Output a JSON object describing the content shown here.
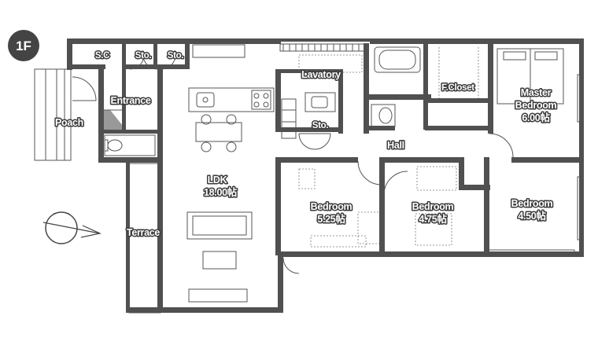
{
  "floor_badge": "1F",
  "rooms": {
    "sc": "S.C",
    "sto1": "Sto.",
    "sto2": "Sto.",
    "sto3": "Sto.",
    "lavatory": "Lavatory",
    "fcloset": "F.Closet",
    "master_line1": "Master",
    "master_line2": "Bedroom",
    "master_size": "6.00帖",
    "entrance": "Entrance",
    "poach": "Poach",
    "hall": "Hall",
    "ldk": "LDK",
    "ldk_size": "18.00帖",
    "terrace": "Terrace",
    "bed1": "Bedroom",
    "bed1_size": "5.25帖",
    "bed2": "Bedroom",
    "bed2_size": "4.75帖",
    "bed3": "Bedroom",
    "bed3_size": "4.50帖"
  },
  "colors": {
    "wall": "#505050",
    "label_outline": "#3a3a3a",
    "label_fill": "#ffffff"
  }
}
